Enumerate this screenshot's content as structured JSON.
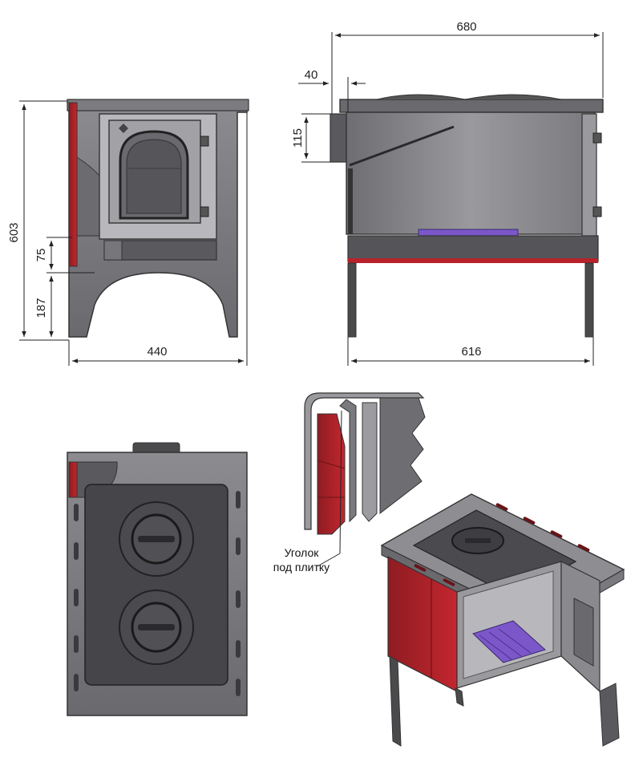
{
  "dimensions": {
    "overall_width": "680",
    "flue_offset": "40",
    "flue_height": "115",
    "total_height": "603",
    "ash_height": "75",
    "leg_height": "187",
    "front_width": "440",
    "leg_span": "616"
  },
  "callout": {
    "line1": "Уголок",
    "line2": "под плитку"
  },
  "colors": {
    "body_gray": "#8a8a8c",
    "dark_gray": "#4a4a4d",
    "brick_red": "#b8222a",
    "purple_grate": "#7b57c9"
  }
}
